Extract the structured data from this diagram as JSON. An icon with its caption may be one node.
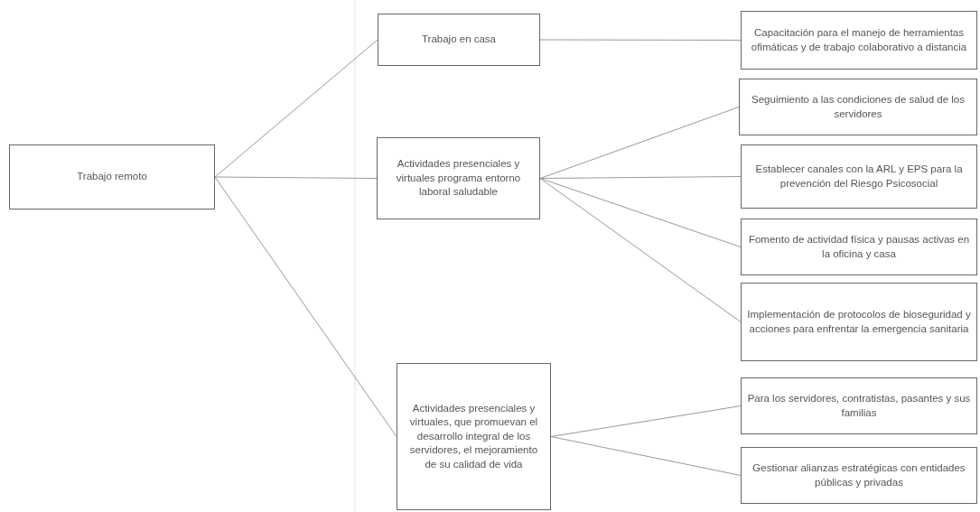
{
  "diagram": {
    "nodes": [
      {
        "text": [
          "Trabajo remoto"
        ]
      },
      {
        "text": [
          "Trabajo en casa"
        ]
      },
      {
        "text": [
          "Actividades presenciales y virtuales  programa entorno laboral saludable"
        ]
      },
      {
        "text": [
          "Actividades presenciales y virtuales, que promuevan el desarrollo integral de los servidores, el mejoramiento de su calidad de vida"
        ]
      },
      {
        "text": [
          "Capacitación para el manejo de herramientas ofimáticas y de trabajo colaborativo a distancia"
        ]
      },
      {
        "text": [
          "Seguimiento a las condiciones de salud de los servidores"
        ]
      },
      {
        "text": [
          "Establecer canales con la ARL y EPS para la prevención del Riesgo Psicosocial"
        ]
      },
      {
        "text": [
          "Fomento de actividad física y pausas activas en la oficina y casa"
        ]
      },
      {
        "text": [
          "Implementación de protocolos de bioseguridad y acciones para enfrentar la emergencia sanitaria"
        ]
      },
      {
        "text": [
          "Para los servidores, contratistas, pasantes y sus familias"
        ]
      },
      {
        "text": [
          "Gestionar alianzas estratégicas con entidades públicas y privadas"
        ]
      }
    ],
    "edges": [
      {
        "from": 0,
        "to": 1,
        "arrow": "none"
      },
      {
        "from": 0,
        "to": 2,
        "arrow": "none"
      },
      {
        "from": 0,
        "to": 3,
        "arrow": "none"
      },
      {
        "from": 1,
        "to": 4,
        "arrow": "none"
      },
      {
        "from": 2,
        "to": 5,
        "arrow": "none"
      },
      {
        "from": 2,
        "to": 6,
        "arrow": "none"
      },
      {
        "from": 2,
        "to": 7,
        "arrow": "none"
      },
      {
        "from": 2,
        "to": 8,
        "arrow": "none"
      },
      {
        "from": 3,
        "to": 9,
        "arrow": "none"
      },
      {
        "from": 3,
        "to": 10,
        "arrow": "none"
      }
    ]
  }
}
